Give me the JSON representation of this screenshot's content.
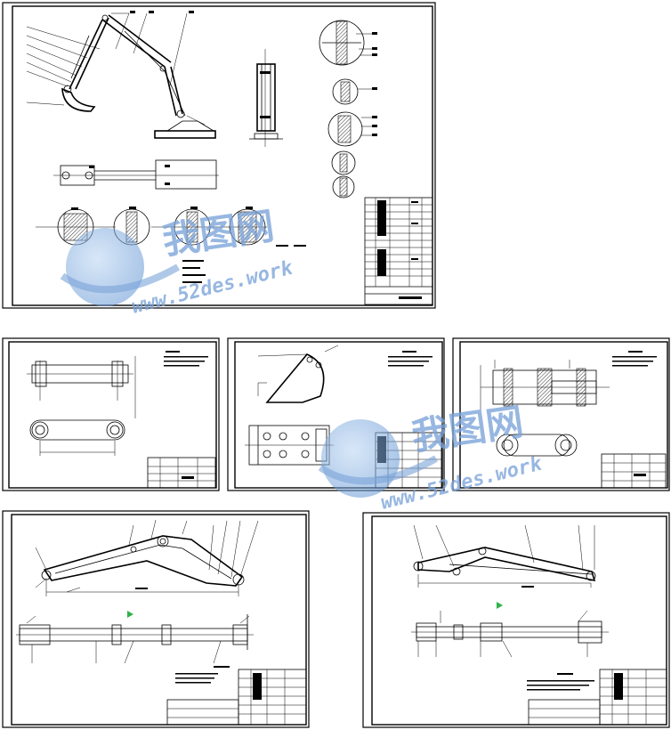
{
  "watermark": {
    "brand": "我图网",
    "url": "www.52des.work",
    "color": "#7aa3d9"
  },
  "sheets": [
    {
      "id": "assembly",
      "title": "excavator-assembly-drawing"
    },
    {
      "id": "connecting-rod",
      "title": "connecting-rod-part-drawing"
    },
    {
      "id": "bucket",
      "title": "bucket-part-drawing"
    },
    {
      "id": "pin-joint",
      "title": "pin-joint-part-drawing"
    },
    {
      "id": "boom",
      "title": "boom-part-drawing"
    },
    {
      "id": "stick",
      "title": "stick-part-drawing"
    }
  ],
  "colors": {
    "ink": "#000000",
    "paper": "#ffffff",
    "accent": "#2fb24a"
  }
}
